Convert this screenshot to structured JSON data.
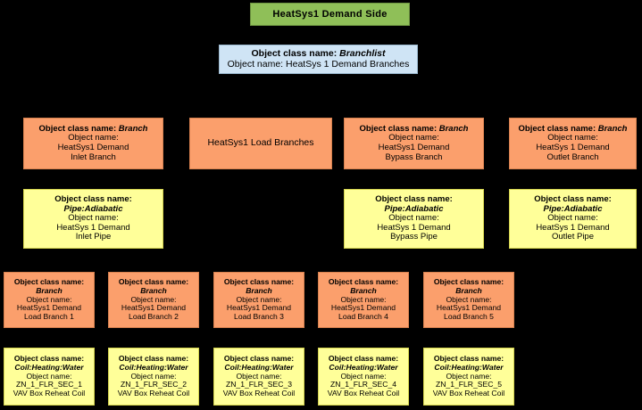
{
  "diagram": {
    "title": "HeatSys1 Demand Side",
    "background_color": "#000000",
    "colors": {
      "title_green": "#8fbf58",
      "branchlist_blue": "#cfe4f5",
      "branch_orange": "#fb9f6c",
      "pipe_yellow": "#ffff99",
      "coil_yellow": "#ffff99",
      "text": "#000000"
    },
    "labels": {
      "class_prefix": "Object class name:",
      "class_prefix_inline": "Object class name: ",
      "name_prefix": "Object name:",
      "name_prefix_inline": "Object name: "
    }
  },
  "branchlist": {
    "class_label": "Object class name: ",
    "class_name": "Branchlist",
    "name_label": "Object name: ",
    "object_name": "HeatSys 1 Demand Branches"
  },
  "branch_row": [
    {
      "class_label": "Object class name: ",
      "class_name": "Branch",
      "name_label": "Object name:",
      "name_line1": "HeatSys1 Demand",
      "name_line2": "Inlet Branch"
    },
    {
      "plain_label": "HeatSys1 Load Branches"
    },
    {
      "class_label": "Object class name: ",
      "class_name": "Branch",
      "name_label": "Object name:",
      "name_line1": "HeatSys1 Demand",
      "name_line2": "Bypass Branch"
    },
    {
      "class_label": "Object class name: ",
      "class_name": "Branch",
      "name_label": "Object name:",
      "name_line1": "HeatSys 1 Demand",
      "name_line2": "Outlet Branch"
    }
  ],
  "pipe_row": [
    {
      "class_label": "Object class name:",
      "class_name": "Pipe:Adiabatic",
      "name_label": "Object name:",
      "name_line1": "HeatSys 1 Demand",
      "name_line2": "Inlet Pipe"
    },
    {
      "class_label": "Object class name:",
      "class_name": "Pipe:Adiabatic",
      "name_label": "Object name:",
      "name_line1": "HeatSys 1 Demand",
      "name_line2": "Bypass Pipe"
    },
    {
      "class_label": "Object class name:",
      "class_name": "Pipe:Adiabatic",
      "name_label": "Object name:",
      "name_line1": "HeatSys 1 Demand",
      "name_line2": "Outlet Pipe"
    }
  ],
  "load_branch_row": [
    {
      "class_label": "Object class name:",
      "class_name": "Branch",
      "name_label": "Object name:",
      "name_line1": "HeatSys1 Demand",
      "name_line2": "Load Branch 1"
    },
    {
      "class_label": "Object class name:",
      "class_name": "Branch",
      "name_label": "Object name:",
      "name_line1": "HeatSys1 Demand",
      "name_line2": "Load Branch 2"
    },
    {
      "class_label": "Object class name:",
      "class_name": "Branch",
      "name_label": "Object name:",
      "name_line1": "HeatSys1 Demand",
      "name_line2": "Load Branch 3"
    },
    {
      "class_label": "Object class name:",
      "class_name": "Branch",
      "name_label": "Object name:",
      "name_line1": "HeatSys1 Demand",
      "name_line2": "Load Branch 4"
    },
    {
      "class_label": "Object class name:",
      "class_name": "Branch",
      "name_label": "Object name:",
      "name_line1": "HeatSys1 Demand",
      "name_line2": "Load Branch 5"
    }
  ],
  "coil_row": [
    {
      "class_label": "Object class name:",
      "class_name": "Coil:Heating:Water",
      "name_label": "Object name:",
      "name_line1": "ZN_1_FLR_SEC_1",
      "name_line2": "VAV Box Reheat Coil"
    },
    {
      "class_label": "Object class name:",
      "class_name": "Coil:Heating:Water",
      "name_label": "Object name:",
      "name_line1": "ZN_1_FLR_SEC_2",
      "name_line2": "VAV Box Reheat Coil"
    },
    {
      "class_label": "Object class name:",
      "class_name": "Coil:Heating:Water",
      "name_label": "Object name:",
      "name_line1": "ZN_1_FLR_SEC_3",
      "name_line2": "VAV Box Reheat Coil"
    },
    {
      "class_label": "Object class name:",
      "class_name": "Coil:Heating:Water",
      "name_label": "Object name:",
      "name_line1": "ZN_1_FLR_SEC_4",
      "name_line2": "VAV Box Reheat Coil"
    },
    {
      "class_label": "Object class name:",
      "class_name": "Coil:Heating:Water",
      "name_label": "Object name:",
      "name_line1": "ZN_1_FLR_SEC_5",
      "name_line2": "VAV Box Reheat Coil"
    }
  ]
}
